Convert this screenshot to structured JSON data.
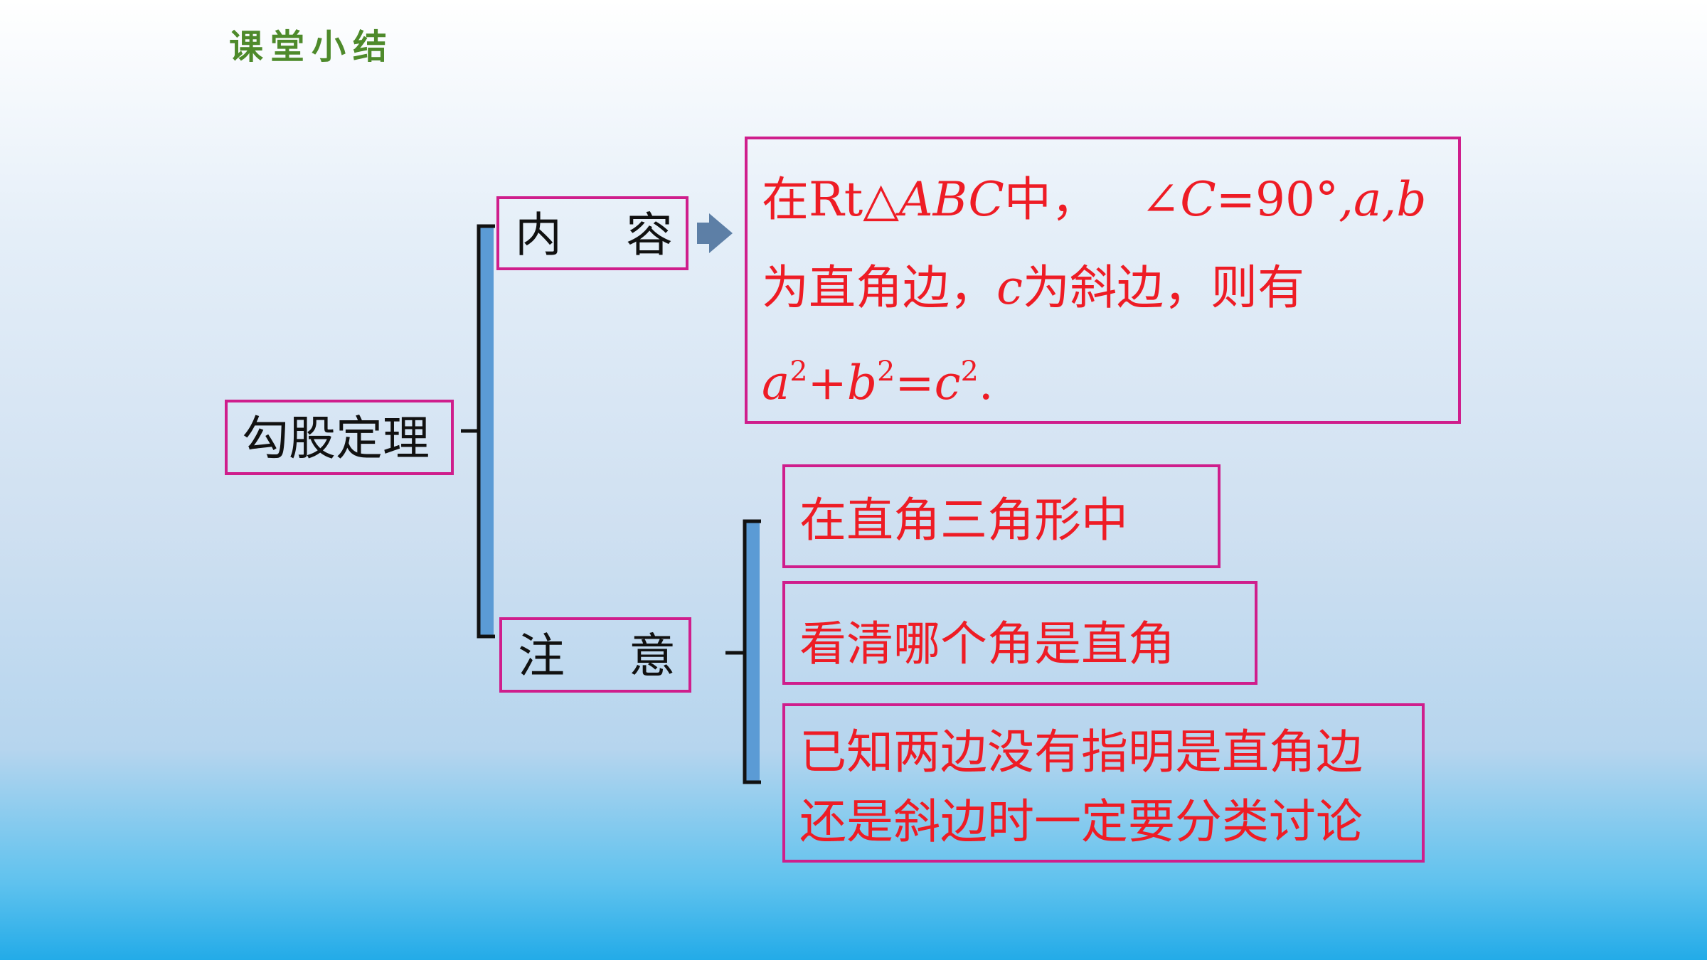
{
  "header": {
    "title": "课堂小结"
  },
  "root": {
    "label": "勾股定理"
  },
  "branches": {
    "content": {
      "label_left": "内",
      "label_right": "容"
    },
    "note": {
      "label_left": "注",
      "label_right": "意"
    }
  },
  "content_box": {
    "line1_prefix": "在",
    "line1_rt": "Rt",
    "line1_triangle": "△",
    "line1_abc": "ABC",
    "line1_zhong": "中，",
    "line1_angle": "∠",
    "line1_c": "C",
    "line1_eq": "=90°",
    "line1_ab": ",a,b",
    "line2_a": "为直角边，",
    "line2_c": "c",
    "line2_b": "为斜边，则有",
    "formula_a": "a",
    "formula_exp1": "2",
    "formula_plus": "+",
    "formula_b": "b",
    "formula_exp2": "2",
    "formula_eq": "=",
    "formula_c": "c",
    "formula_exp3": "2",
    "formula_end": "."
  },
  "notes": [
    {
      "text": "在直角三角形中"
    },
    {
      "text": "看清哪个角是直角"
    },
    {
      "line1": "已知两边没有指明是直角边",
      "line2": "还是斜边时一定要分类讨论"
    }
  ],
  "colors": {
    "border": "#cf1e8c",
    "red_text": "#ee1c25",
    "bracket_fill": "#5b9bd5",
    "arrow": "#5d7fa6",
    "header_green": "#4e8a2b"
  }
}
